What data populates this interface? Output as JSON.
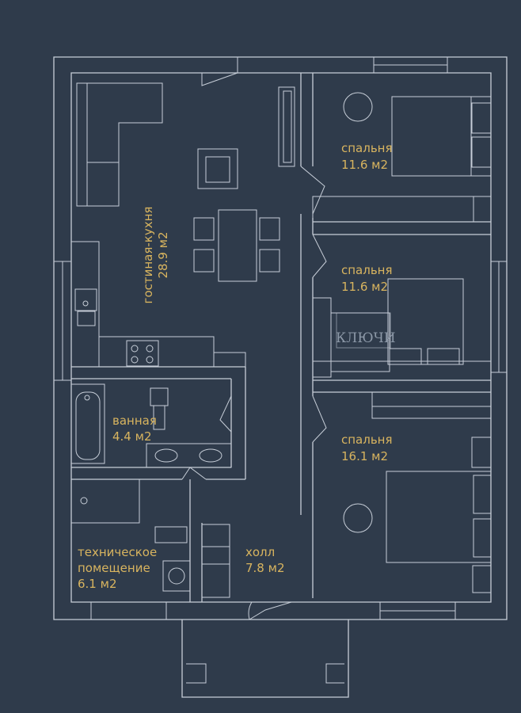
{
  "rooms": {
    "living_kitchen": {
      "name": "гостиная-кухня",
      "area": "28.9 м2"
    },
    "bedroom_1": {
      "name": "спальня",
      "area": "11.6 м2"
    },
    "bedroom_2": {
      "name": "спальня",
      "area": "11.6 м2"
    },
    "bedroom_3": {
      "name": "спальня",
      "area": "16.1 м2"
    },
    "bathroom": {
      "name": "ванная",
      "area": "4.4 м2"
    },
    "utility": {
      "name_line1": "техническое",
      "name_line2": "помещение",
      "area": "6.1 м2"
    },
    "hall": {
      "name": "холл",
      "area": "7.8 м2"
    }
  },
  "watermark": {
    "text": "КЛЮЧИ"
  },
  "colors": {
    "background": "#2f3b4b",
    "lines": "#c7ced8",
    "labels": "#d8b45f"
  }
}
